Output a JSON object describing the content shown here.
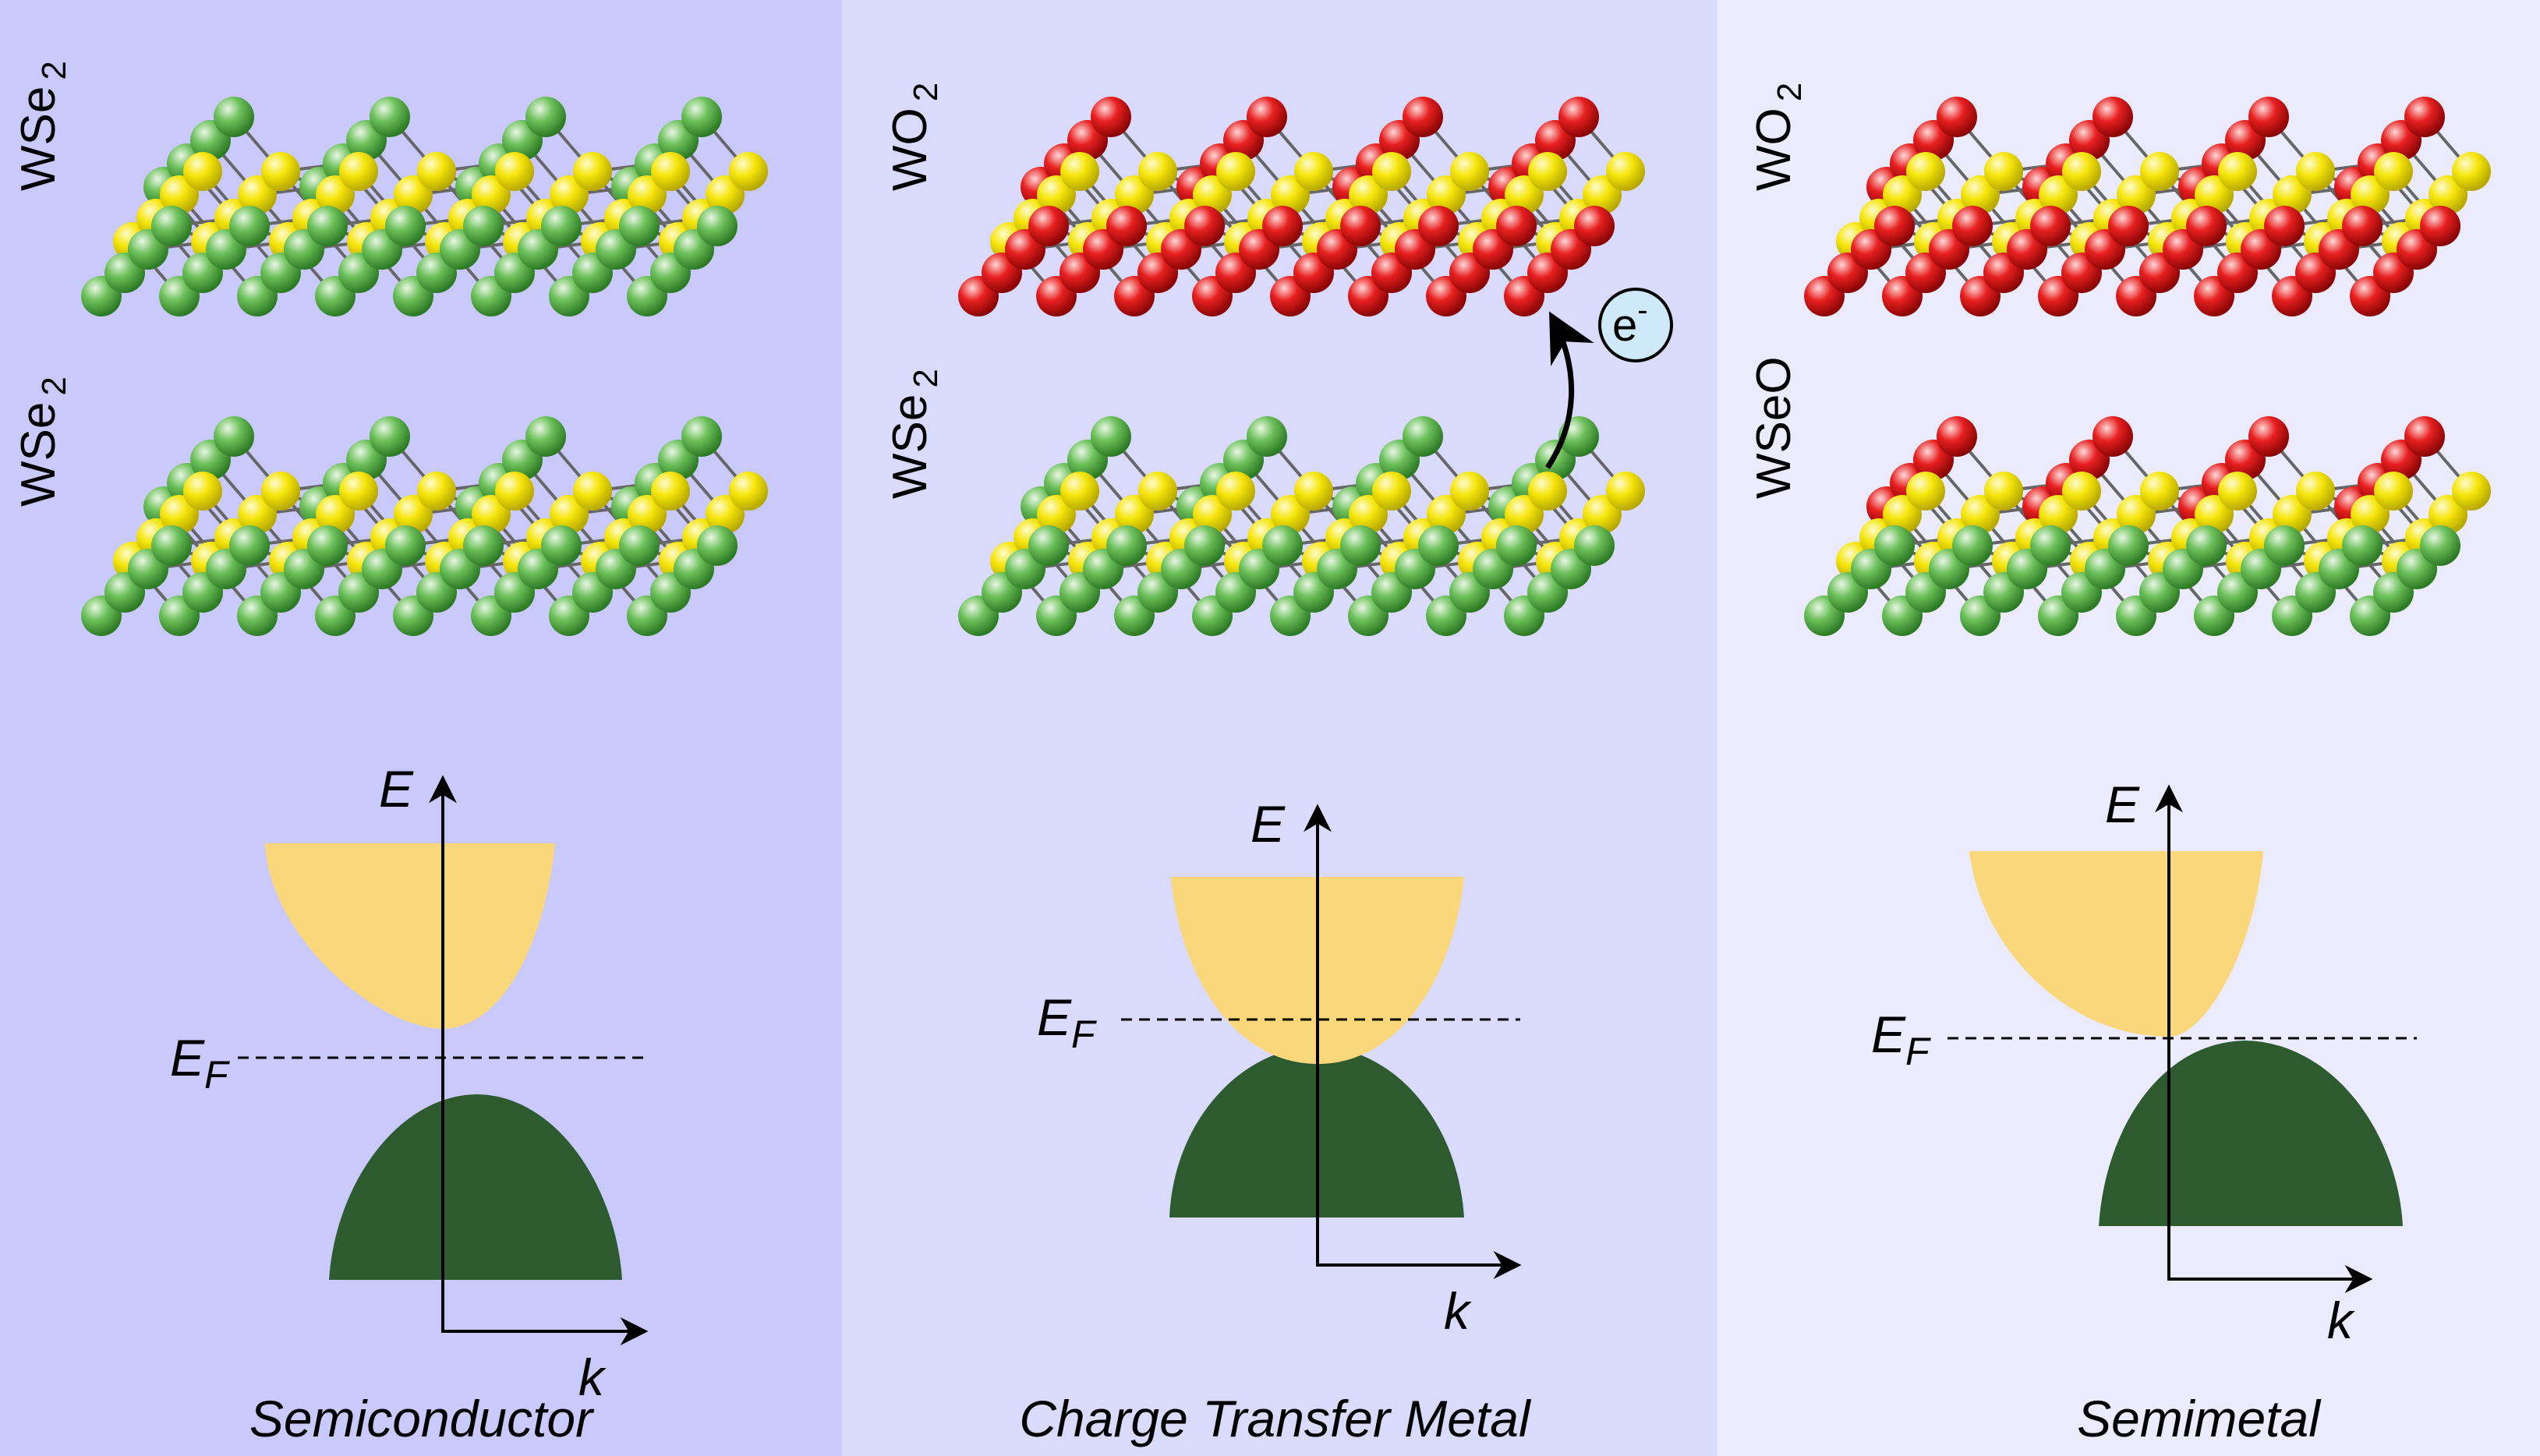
{
  "panels": [
    {
      "background": "#c9c9fb",
      "top_layer": {
        "label": "WSe",
        "sub": "2",
        "style": "green-top"
      },
      "bottom_layer": {
        "label": "WSe",
        "sub": "2",
        "style": "green-both"
      },
      "axis_E": "E",
      "axis_k": "k",
      "fermi_label": "E",
      "fermi_sub": "F",
      "caption": "Semiconductor"
    },
    {
      "background": "#dadafc",
      "top_layer": {
        "label": "WO",
        "sub": "2",
        "style": "red-top"
      },
      "bottom_layer": {
        "label": "WSe",
        "sub": "2",
        "style": "green-both"
      },
      "electron": {
        "label": "e",
        "sup": "-"
      },
      "axis_E": "E",
      "axis_k": "k",
      "fermi_label": "E",
      "fermi_sub": "F",
      "caption": "Charge Transfer Metal"
    },
    {
      "background": "#ebebfd",
      "top_layer": {
        "label": "WO",
        "sub": "2",
        "style": "red-top"
      },
      "bottom_layer": {
        "label": "WSeO",
        "sub": "",
        "style": "janus"
      },
      "axis_E": "E",
      "axis_k": "k",
      "fermi_label": "E",
      "fermi_sub": "F",
      "caption": "Semimetal"
    }
  ],
  "colors": {
    "selenium": "#5fb94f",
    "oxygen": "#e21c1c",
    "tungsten": "#f2e20a",
    "bond": "#666666",
    "conduction_band": "#fbd77c",
    "valence_band": "#2d5a2f"
  }
}
